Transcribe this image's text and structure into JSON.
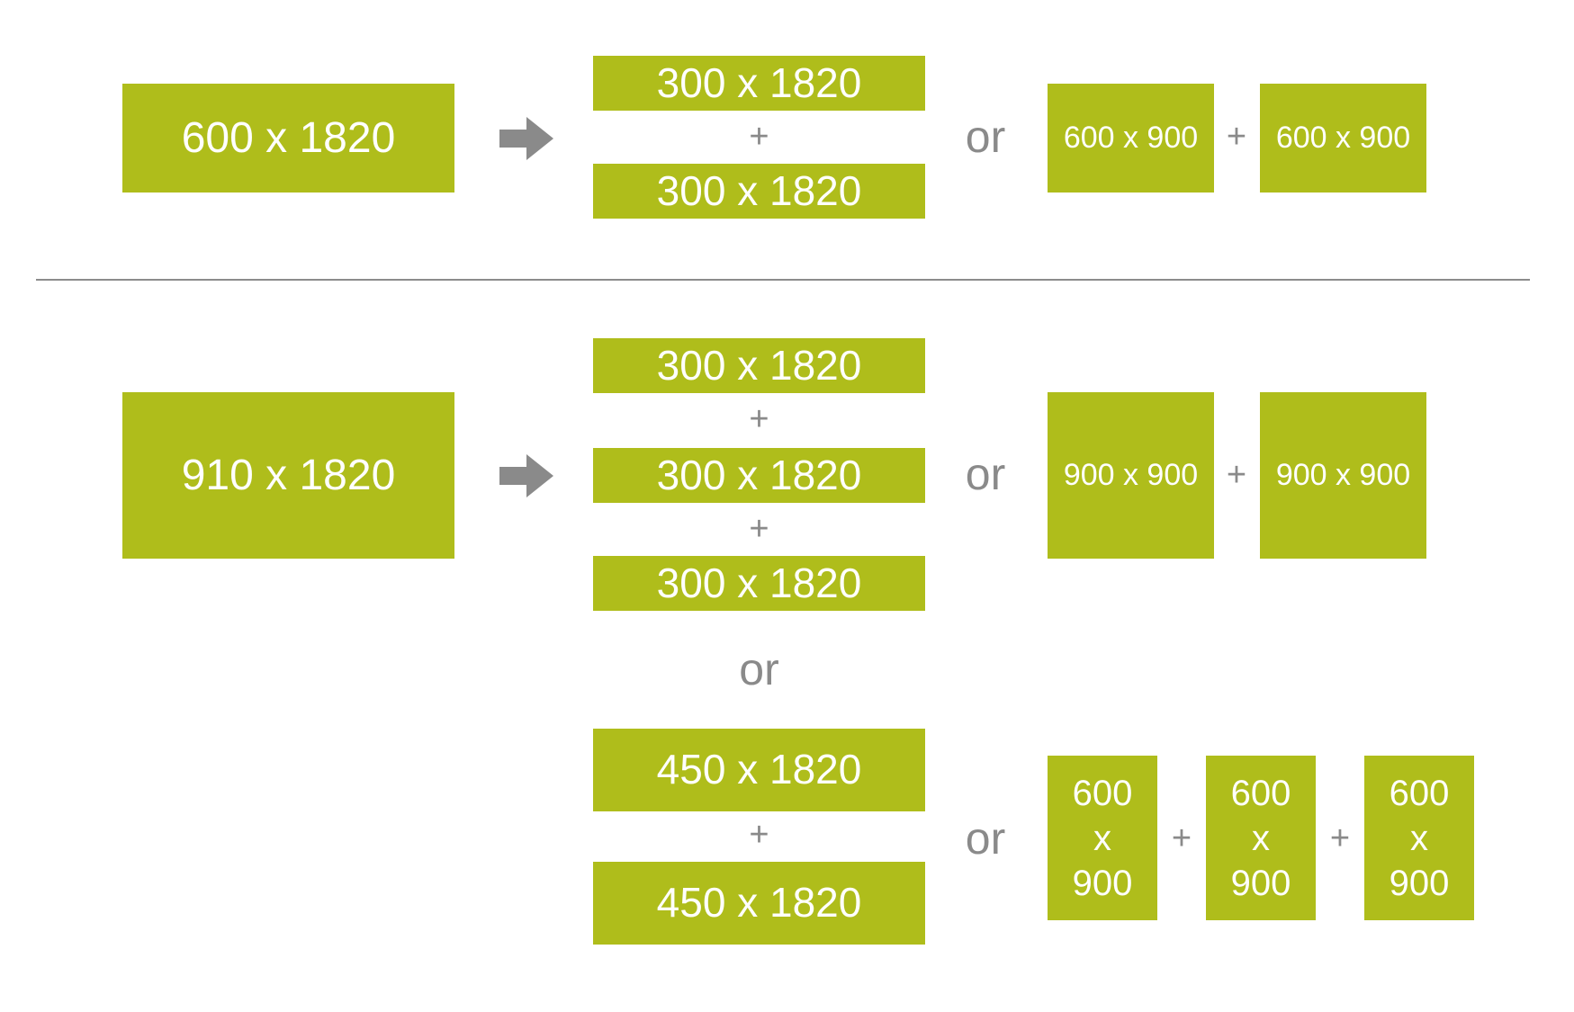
{
  "colors": {
    "box": "#afbd1b",
    "box_text": "#ffffff",
    "operator": "#8a8a8a",
    "divider": "#8c8c8c"
  },
  "icons": {
    "arrow": "right-arrow-icon"
  },
  "top": {
    "source": "600 x 1820",
    "option1": {
      "part1": "300 x 1820",
      "plus": "+",
      "part2": "300 x 1820"
    },
    "or": "or",
    "option2": {
      "part1": "600 x 900",
      "plus": "+",
      "part2": "600 x 900"
    }
  },
  "bottom": {
    "source": "910 x 1820",
    "option1": {
      "part1": "300 x 1820",
      "plus1": "+",
      "part2": "300 x 1820",
      "plus2": "+",
      "part3": "300 x 1820"
    },
    "or1": "or",
    "option2": {
      "part1": "900 x 900",
      "plus": "+",
      "part2": "900 x 900"
    },
    "or2": "or",
    "option3": {
      "part1": "450 x 1820",
      "plus": "+",
      "part2": "450 x 1820"
    },
    "or3": "or",
    "option4": {
      "part1": "600\nx\n900",
      "plus1": "+",
      "part2": "600\nx\n900",
      "plus2": "+",
      "part3": "600\nx\n900"
    }
  }
}
